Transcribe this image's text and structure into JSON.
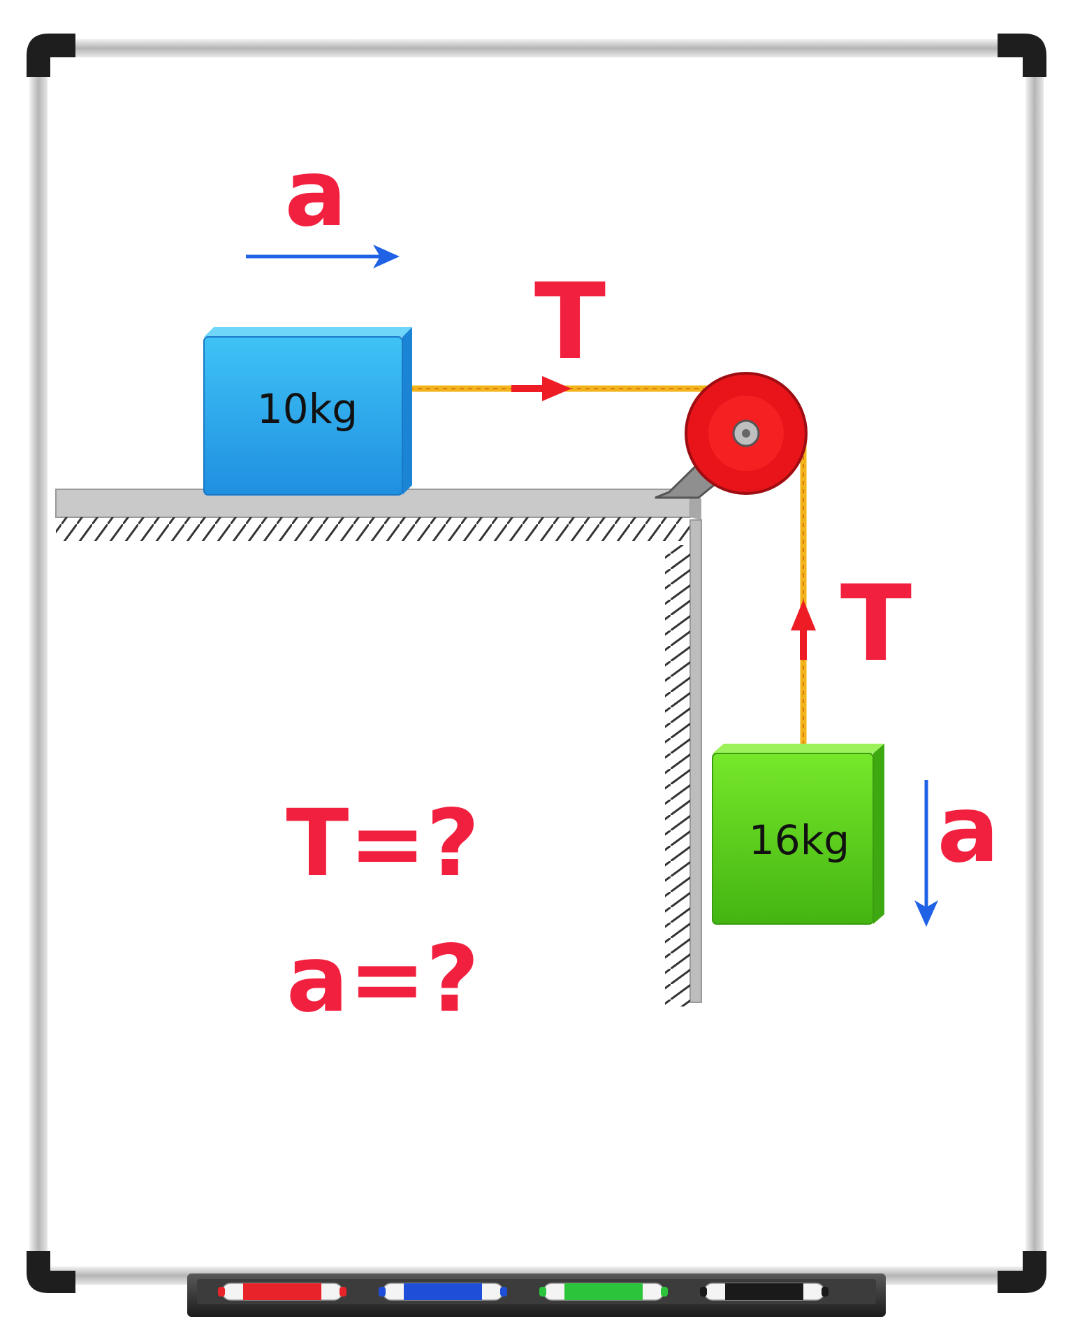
{
  "colors": {
    "label_red": "#f2203f",
    "accel_blue": "#1f62e6",
    "tension_red": "#ee1c25",
    "rope": "#f2b41a",
    "block1": "#2cb4f0",
    "block2": "#66dd1e",
    "pulley": "#e8141a",
    "surface": "#c6c6c6"
  },
  "labels": {
    "accel_top": "a",
    "tension_horizontal": "T",
    "tension_vertical": "T",
    "accel_right": "a"
  },
  "blocks": {
    "block1_mass": "10kg",
    "block2_mass": "16kg"
  },
  "questions": {
    "q_tension": "T=?",
    "q_accel": "a=?"
  },
  "markers": [
    {
      "name": "red-marker",
      "color": "#e8242a"
    },
    {
      "name": "blue-marker",
      "color": "#1f4fd8"
    },
    {
      "name": "green-marker",
      "color": "#2cc43a"
    },
    {
      "name": "black-marker",
      "color": "#1a1a1a"
    }
  ]
}
